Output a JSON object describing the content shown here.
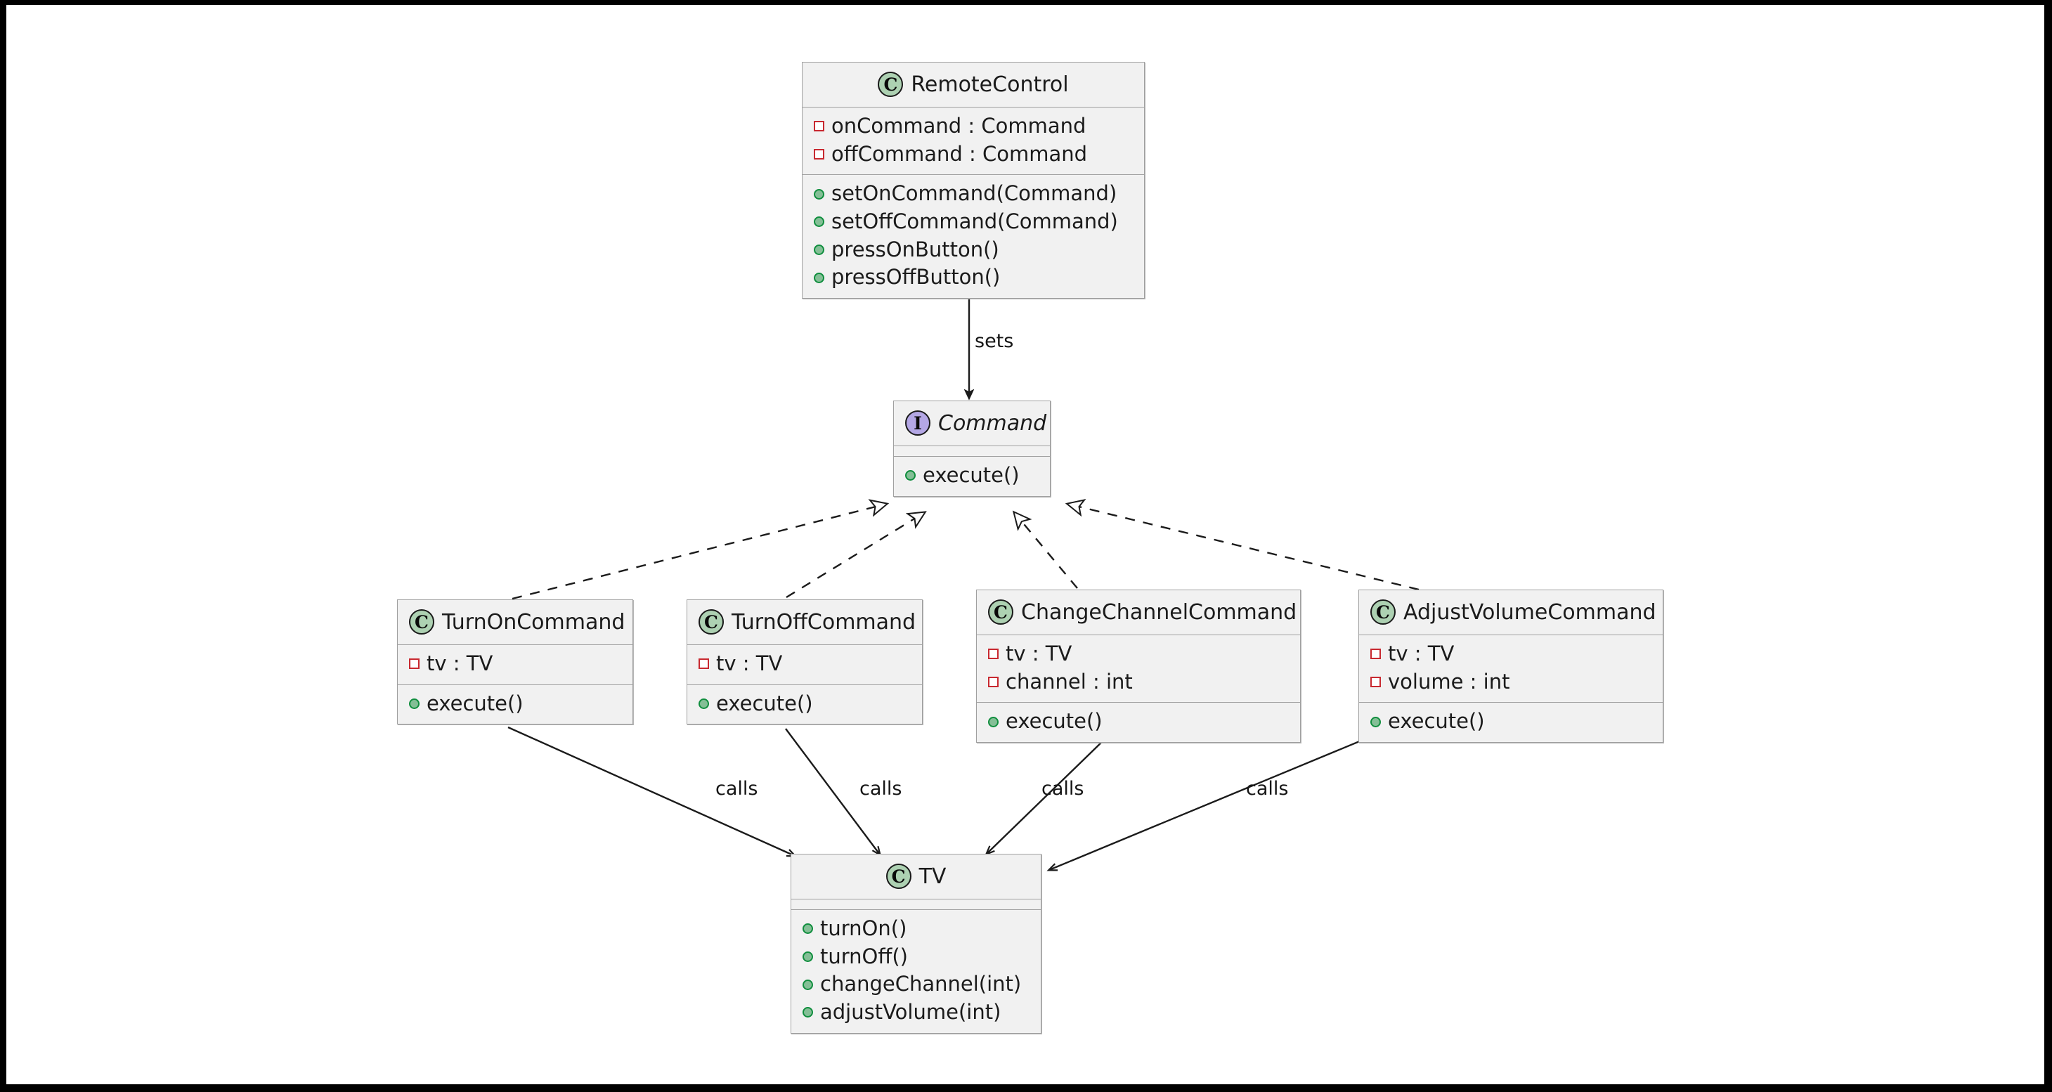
{
  "diagram": {
    "type": "uml-class-diagram",
    "pattern": "Command",
    "background": "#ffffff",
    "box_fill": "#f1f1f1",
    "box_border": "#a0a0a0",
    "class_badge_color": "#add1b2",
    "interface_badge_color": "#b4a7e5",
    "private_marker_color": "#c82930",
    "public_marker_color": "#108e3e"
  },
  "classes": {
    "remote_control": {
      "stereotype": "C",
      "name": "RemoteControl",
      "attributes": [
        {
          "marker": "private",
          "text": "onCommand : Command"
        },
        {
          "marker": "private",
          "text": "offCommand : Command"
        }
      ],
      "methods": [
        {
          "marker": "public",
          "text": "setOnCommand(Command)"
        },
        {
          "marker": "public",
          "text": "setOffCommand(Command)"
        },
        {
          "marker": "public",
          "text": "pressOnButton()"
        },
        {
          "marker": "public",
          "text": "pressOffButton()"
        }
      ]
    },
    "command": {
      "stereotype": "I",
      "name": "Command",
      "attributes": [],
      "methods": [
        {
          "marker": "public",
          "text": "execute()"
        }
      ]
    },
    "turn_on_command": {
      "stereotype": "C",
      "name": "TurnOnCommand",
      "attributes": [
        {
          "marker": "private",
          "text": "tv : TV"
        }
      ],
      "methods": [
        {
          "marker": "public",
          "text": "execute()"
        }
      ]
    },
    "turn_off_command": {
      "stereotype": "C",
      "name": "TurnOffCommand",
      "attributes": [
        {
          "marker": "private",
          "text": "tv : TV"
        }
      ],
      "methods": [
        {
          "marker": "public",
          "text": "execute()"
        }
      ]
    },
    "change_channel_command": {
      "stereotype": "C",
      "name": "ChangeChannelCommand",
      "attributes": [
        {
          "marker": "private",
          "text": "tv : TV"
        },
        {
          "marker": "private",
          "text": "channel : int"
        }
      ],
      "methods": [
        {
          "marker": "public",
          "text": "execute()"
        }
      ]
    },
    "adjust_volume_command": {
      "stereotype": "C",
      "name": "AdjustVolumeCommand",
      "attributes": [
        {
          "marker": "private",
          "text": "tv : TV"
        },
        {
          "marker": "private",
          "text": "volume : int"
        }
      ],
      "methods": [
        {
          "marker": "public",
          "text": "execute()"
        }
      ]
    },
    "tv": {
      "stereotype": "C",
      "name": "TV",
      "attributes": [],
      "methods": [
        {
          "marker": "public",
          "text": "turnOn()"
        },
        {
          "marker": "public",
          "text": "turnOff()"
        },
        {
          "marker": "public",
          "text": "changeChannel(int)"
        },
        {
          "marker": "public",
          "text": "adjustVolume(int)"
        }
      ]
    }
  },
  "relationships": [
    {
      "id": "sets",
      "from": "RemoteControl",
      "to": "Command",
      "label": "sets",
      "style": "solid",
      "arrow": "open"
    },
    {
      "id": "realize-turnon",
      "from": "TurnOnCommand",
      "to": "Command",
      "label": "",
      "style": "dashed",
      "arrow": "hollow-triangle"
    },
    {
      "id": "realize-turnoff",
      "from": "TurnOffCommand",
      "to": "Command",
      "label": "",
      "style": "dashed",
      "arrow": "hollow-triangle"
    },
    {
      "id": "realize-changechannel",
      "from": "ChangeChannelCommand",
      "to": "Command",
      "label": "",
      "style": "dashed",
      "arrow": "hollow-triangle"
    },
    {
      "id": "realize-adjustvolume",
      "from": "AdjustVolumeCommand",
      "to": "Command",
      "label": "",
      "style": "dashed",
      "arrow": "hollow-triangle"
    },
    {
      "id": "calls-turnon",
      "from": "TurnOnCommand",
      "to": "TV",
      "label": "calls",
      "style": "solid",
      "arrow": "open"
    },
    {
      "id": "calls-turnoff",
      "from": "TurnOffCommand",
      "to": "TV",
      "label": "calls",
      "style": "solid",
      "arrow": "open"
    },
    {
      "id": "calls-changechannel",
      "from": "ChangeChannelCommand",
      "to": "TV",
      "label": "calls",
      "style": "solid",
      "arrow": "open"
    },
    {
      "id": "calls-adjustvolume",
      "from": "AdjustVolumeCommand",
      "to": "TV",
      "label": "calls",
      "style": "solid",
      "arrow": "open"
    }
  ],
  "edge_labels": {
    "sets": "sets",
    "calls_turnon": "calls",
    "calls_turnoff": "calls",
    "calls_changechannel": "calls",
    "calls_adjustvolume": "calls"
  }
}
